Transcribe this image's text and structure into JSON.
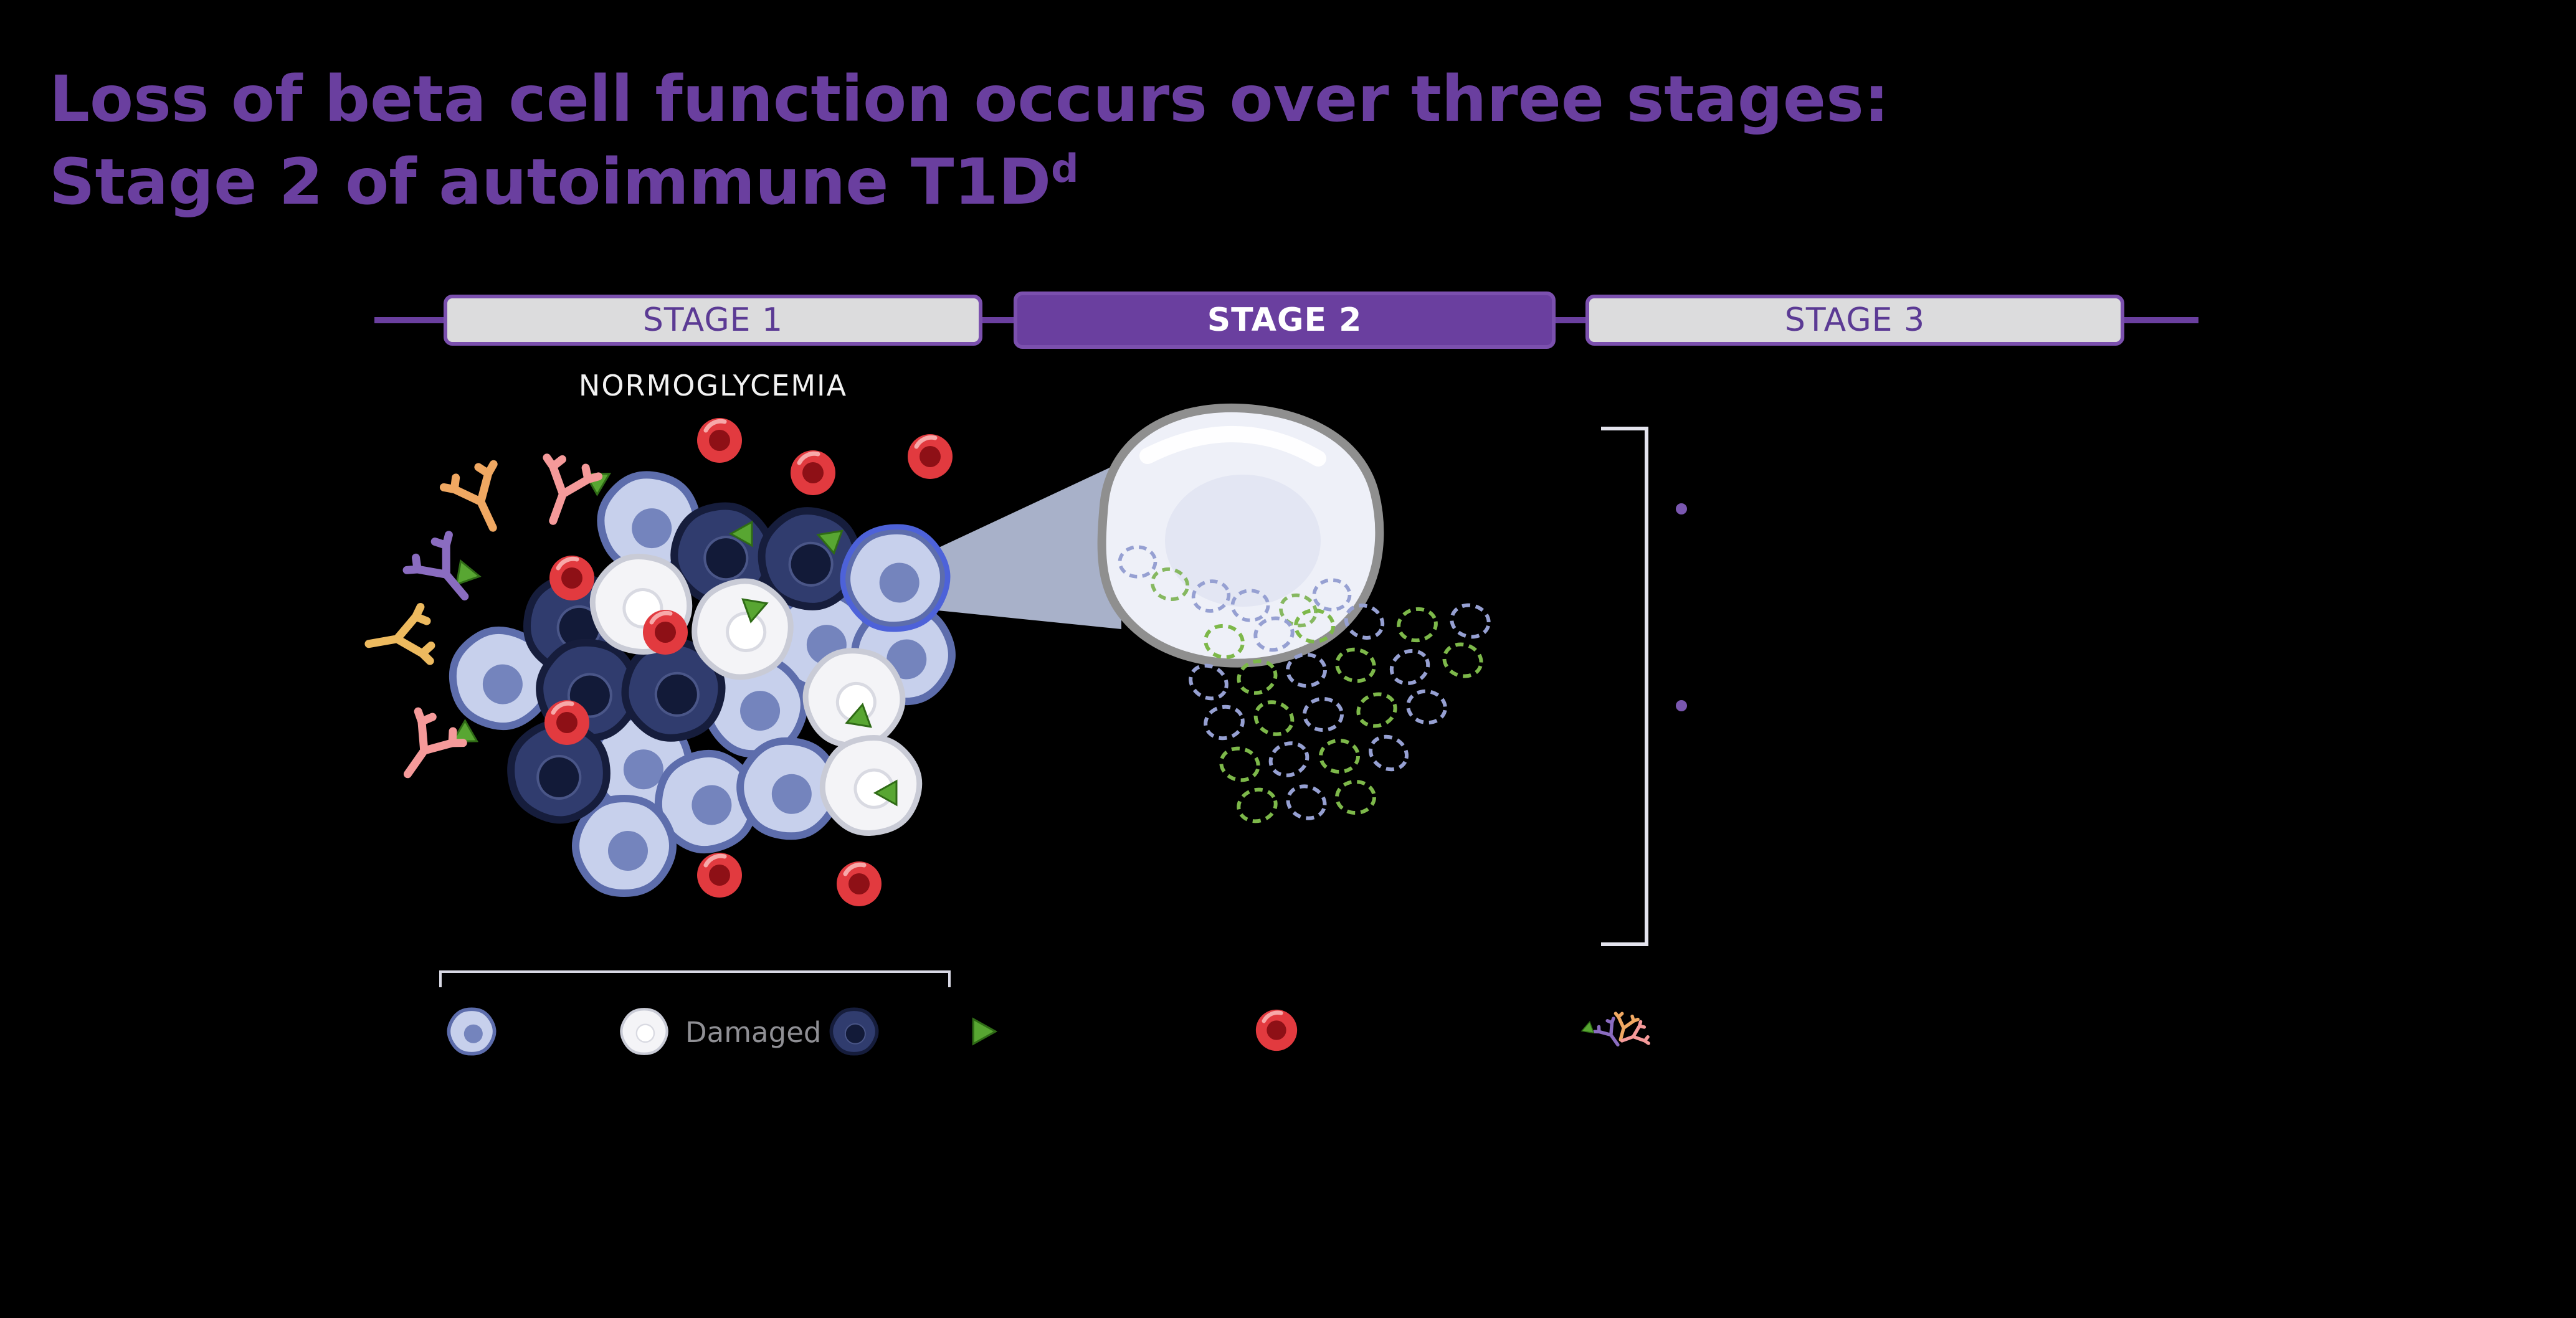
{
  "title": {
    "line1": "Loss of beta cell function occurs over three stages:",
    "line2": "Stage 2 of autoimmune T1D",
    "superscript": "d"
  },
  "timeline": {
    "stages": [
      {
        "label": "STAGE 1",
        "active": false
      },
      {
        "label": "STAGE 2",
        "active": true
      },
      {
        "label": "STAGE 3",
        "active": false
      }
    ],
    "stage1_sublabel": "NORMOGLYCEMIA"
  },
  "legend": {
    "damaged_label": "Damaged"
  },
  "colors": {
    "background": "#000000",
    "accent_purple": "#6a3f9f",
    "stage_inactive_bg": "#dcdcdd",
    "stage_border": "#7b50ae",
    "beta_cell": "#c7d0ec",
    "beta_cell_outline": "#5d6dac",
    "damaged_cell": "#f4f4f7",
    "dying_cell": "#303c6e",
    "immune_cell_red": "#e23a3f",
    "autoantigen_green": "#58a632",
    "antibody_orange": "#f0a862",
    "antibody_pink": "#f59a9a",
    "antibody_purple": "#8a6cc0",
    "antibody_gold": "#edba5f",
    "bracket": "#e4e4ee",
    "bullet_purple": "#7a57b0"
  }
}
